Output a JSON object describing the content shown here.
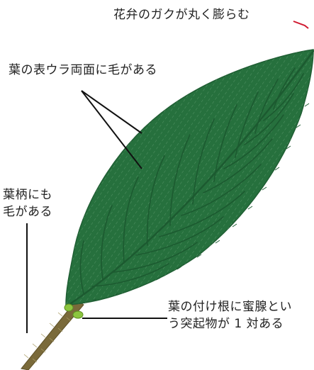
{
  "labels": {
    "sepal": "花弁のガクが丸く膨らむ",
    "leaf_hair": "葉の表ウラ両面に毛がある",
    "petiole_line1": "葉柄にも",
    "petiole_line2": "毛がある",
    "gland_line1": "葉の付け根に蜜腺とい",
    "gland_line2": "う突起物が 1 対ある"
  },
  "colors": {
    "leaf": "#26703d",
    "leaf_edge": "#1f5e33",
    "vein": "#1c5a30",
    "hair": "#8fc29c",
    "petiole": "#7a6a3a",
    "gland": "#8cc63f",
    "pointer": "#111111",
    "sepal_pointer": "#d0182f",
    "text": "#222222"
  }
}
